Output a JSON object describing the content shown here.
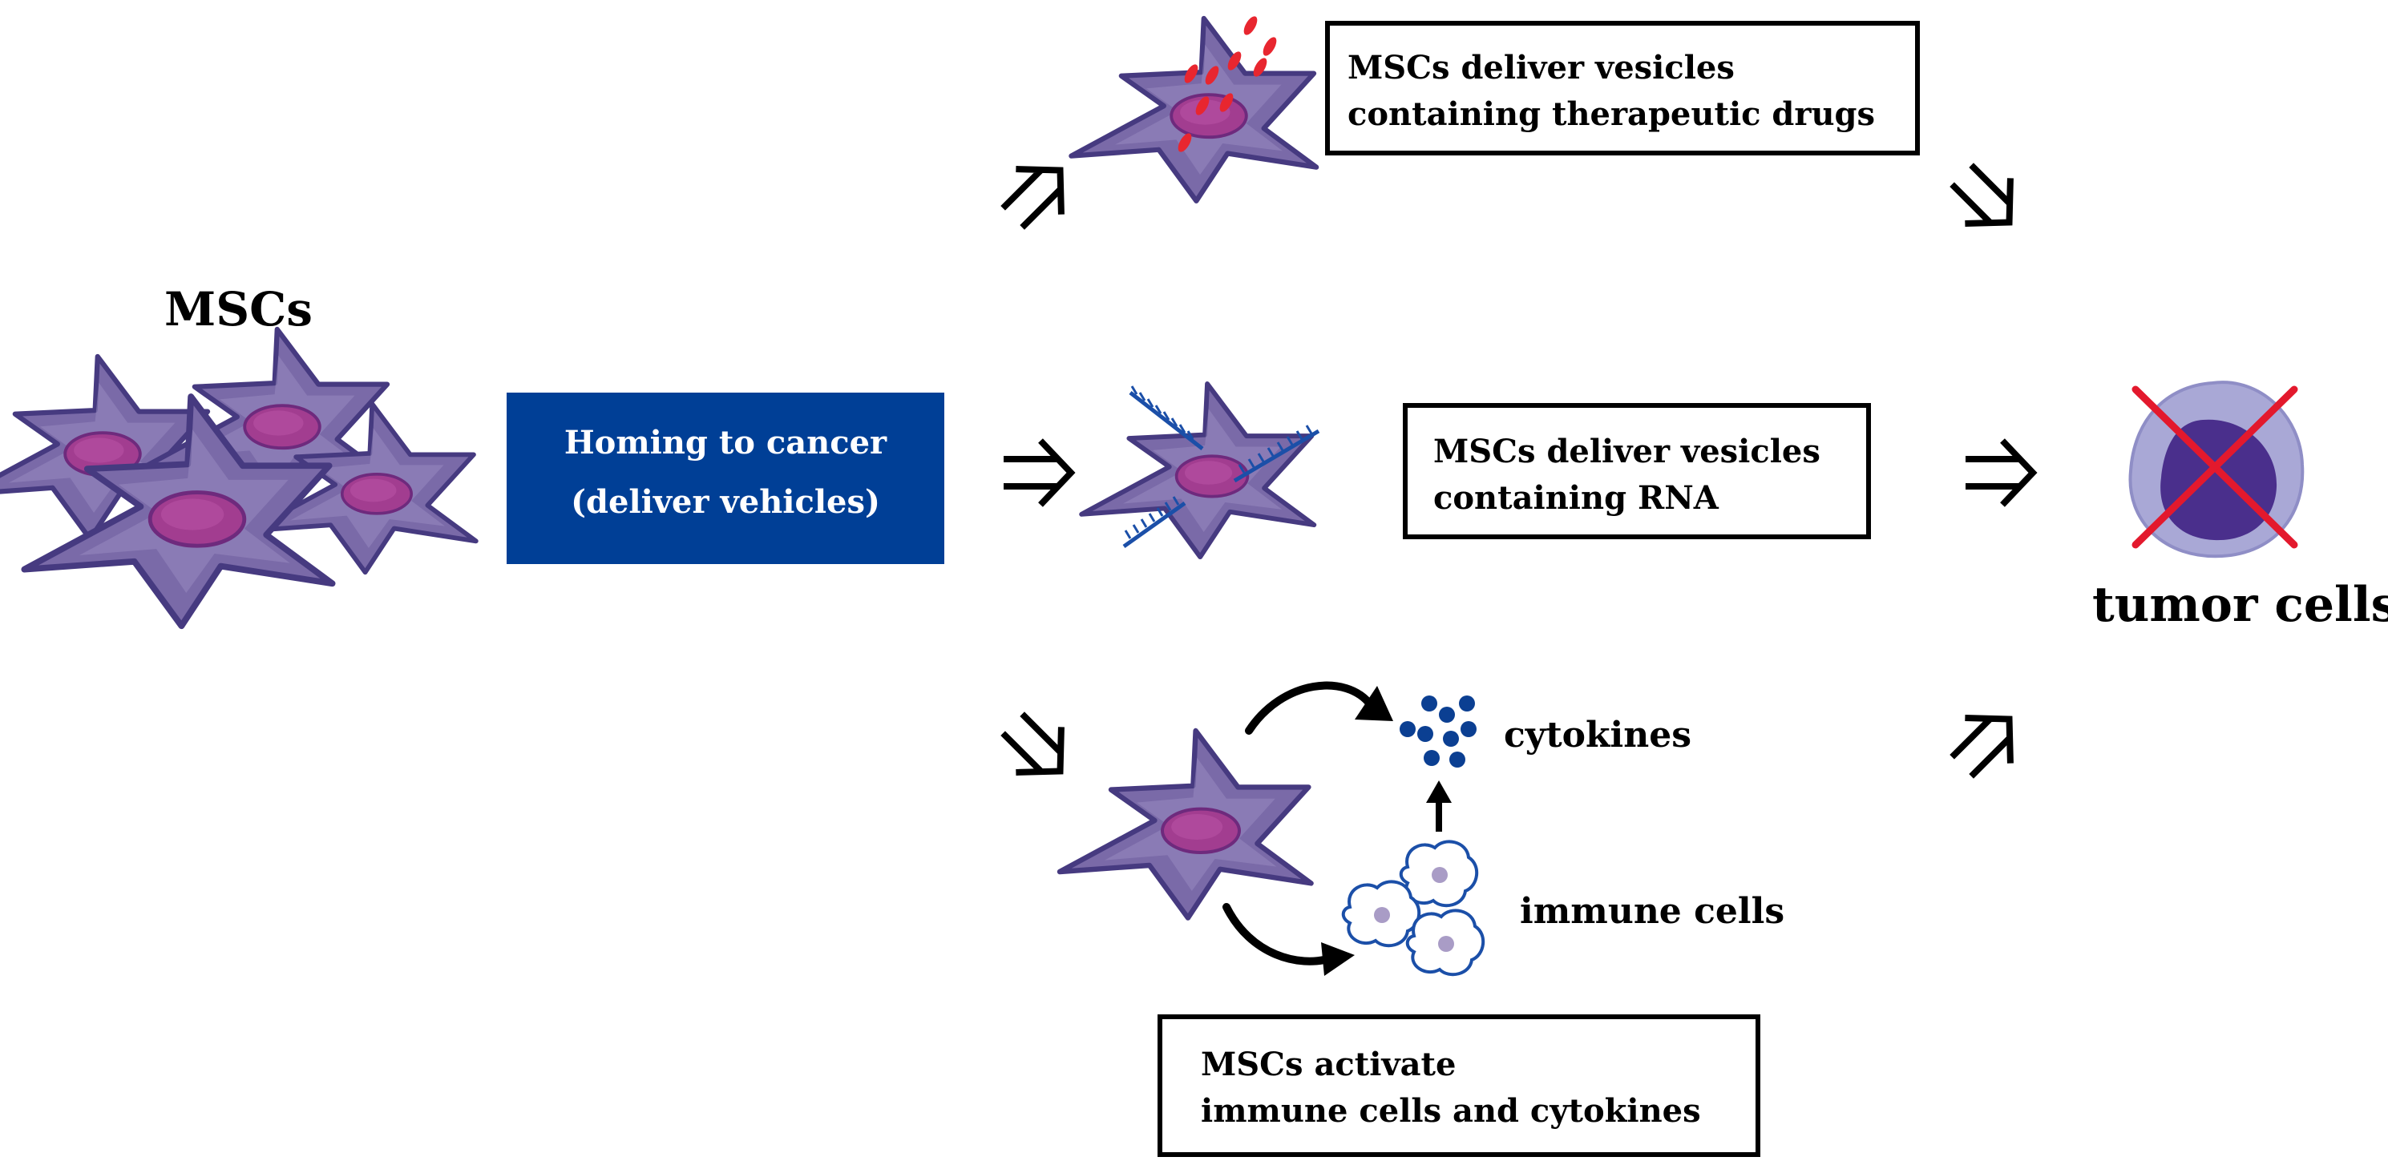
{
  "source_label": "MSCs",
  "homing_box": {
    "line1": "Homing to cancer",
    "line2": "(deliver vehicles)"
  },
  "pathways": {
    "drugs": {
      "line1": "MSCs deliver vesicles",
      "line2": "containing therapeutic drugs"
    },
    "rna": {
      "line1": "MSCs deliver vesicles",
      "line2": "containing RNA"
    },
    "immune": {
      "cytokines_label": "cytokines",
      "immune_cells_label": "immune cells",
      "line1": "MSCs activate",
      "line2": "immune cells and cytokines"
    }
  },
  "target_label": "tumor cells",
  "colors": {
    "cell_body": "#7a6aa8",
    "cell_outline": "#463a80",
    "nucleus": "#a23d90",
    "homing_box": "#003f96",
    "drug_vesicles": "#e8262f",
    "rna_strands": "#1b4fa8",
    "cytokines": "#0b3f92",
    "tumor_halo": "#a9a8d6",
    "tumor_core": "#4a2f8c",
    "tumor_cross": "#e3192d"
  },
  "icons": [
    "msc-cell-icon",
    "hollow-arrow-icon",
    "curved-arrow-icon",
    "up-arrow-icon",
    "immune-cell-icon",
    "tumor-cell-icon",
    "cross-mark-icon"
  ]
}
